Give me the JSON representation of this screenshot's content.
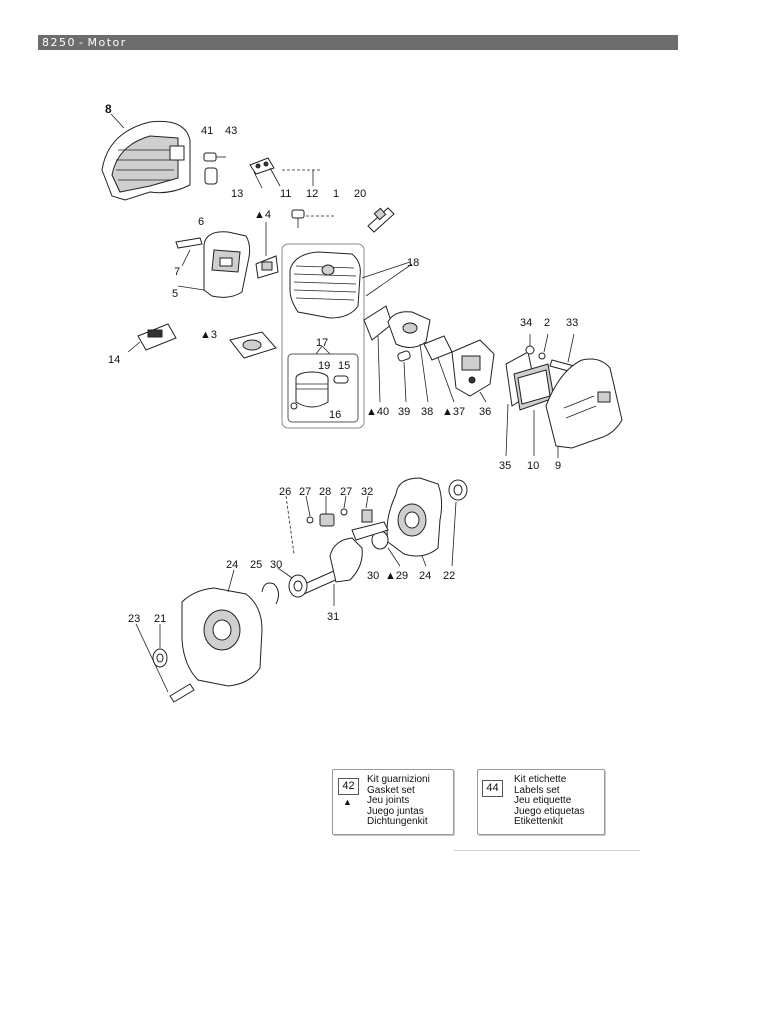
{
  "header": {
    "model": "8250",
    "separator": "-",
    "section": "Motor"
  },
  "callouts": {
    "n8": "8",
    "n41": "41",
    "n43": "43",
    "n13": "13",
    "n11": "11",
    "n12": "12",
    "n1": "1",
    "n20": "20",
    "n4": "▲4",
    "n6": "6",
    "n7": "7",
    "n5": "5",
    "n18": "18",
    "n3": "▲3",
    "n14": "14",
    "n17": "17",
    "n19": "19",
    "n15": "15",
    "n16": "16",
    "n40": "▲40",
    "n39": "39",
    "n38": "38",
    "n37": "▲37",
    "n36": "36",
    "n34": "34",
    "n2": "2",
    "n33": "33",
    "n35": "35",
    "n10": "10",
    "n9": "9",
    "n26": "26",
    "n27a": "27",
    "n28": "28",
    "n27b": "27",
    "n32": "32",
    "n24a": "24",
    "n25": "25",
    "n30a": "30",
    "n30b": "30",
    "n29": "▲29",
    "n24b": "24",
    "n22": "22",
    "n31": "31",
    "n23": "23",
    "n21": "21"
  },
  "legend": [
    {
      "number": "42",
      "marker": "▲",
      "lines": [
        "Kit guarnizioni",
        "Gasket set",
        "Jeu joints",
        "Juego juntas",
        "Dichtungenkit"
      ]
    },
    {
      "number": "44",
      "marker": "",
      "lines": [
        "Kit etichette",
        "Labels set",
        "Jeu etiquette",
        "Juego etiquetas",
        "Etikettenkit"
      ]
    }
  ]
}
